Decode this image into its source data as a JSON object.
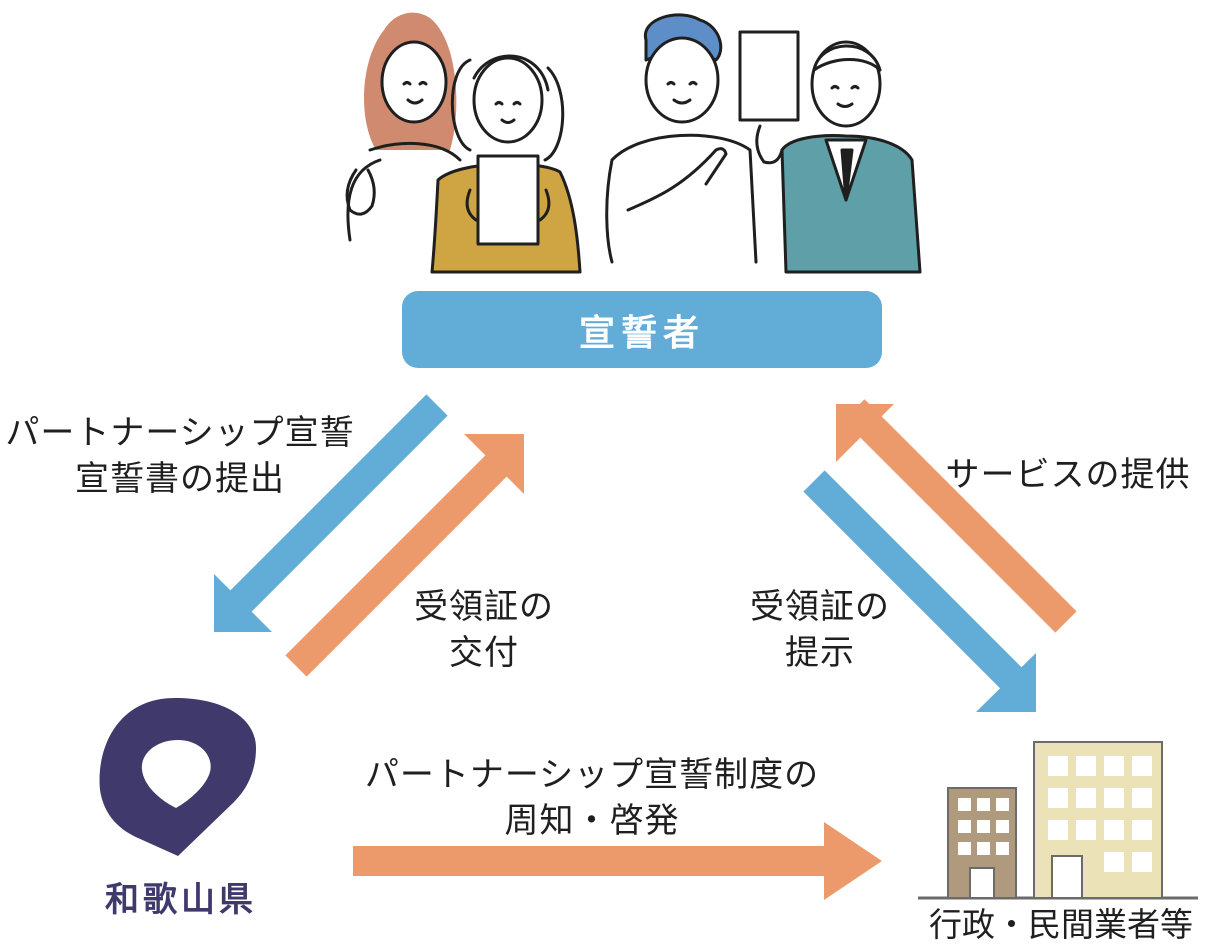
{
  "diagram": {
    "top_node": {
      "label": "宣誓者"
    },
    "left_node": {
      "label": "和歌山県"
    },
    "right_node": {
      "label": "行政・民間業者等"
    },
    "flows": {
      "declare_submit": {
        "lines": [
          "パートナーシップ宣誓",
          "宣誓書の提出"
        ]
      },
      "receipt_issue": {
        "lines": [
          "受領証の",
          "交付"
        ]
      },
      "receipt_present": {
        "lines": [
          "受領証の",
          "提示"
        ]
      },
      "service_provide": {
        "lines": [
          "サービスの提供"
        ]
      },
      "awareness": {
        "lines": [
          "パートナーシップ宣誓制度の",
          "周知・啓発"
        ]
      }
    }
  },
  "colors": {
    "pill": "#62acd8",
    "arrow_blue": "#62acd8",
    "arrow_orange": "#ec9a6c",
    "logo": "#3f3a6b",
    "building_dark": "#b09a7e",
    "building_light": "#ece2b7",
    "teal_suit": "#5f9fa8",
    "mustard": "#cfa544",
    "hair_pink": "#d08a70",
    "hair_blue": "#5e8ec7"
  }
}
